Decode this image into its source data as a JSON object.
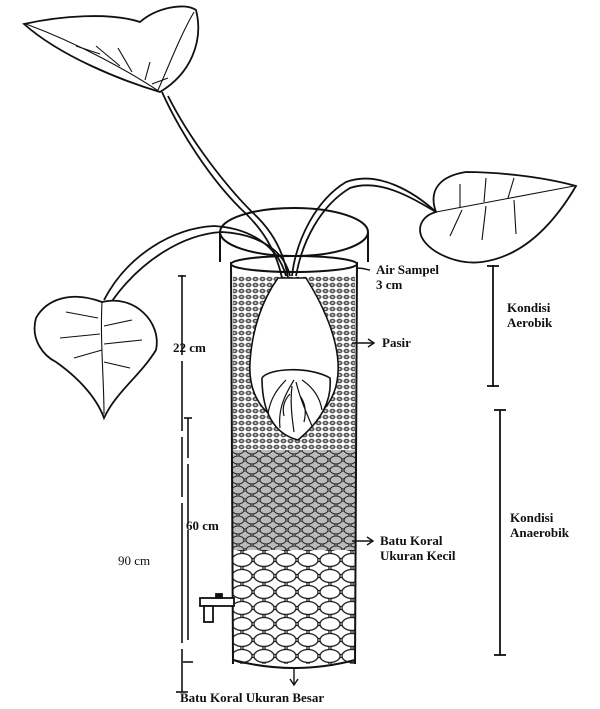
{
  "labels": {
    "air_sampel_line1": "Air Sampel",
    "air_sampel_line2": "3 cm",
    "pasir": "Pasir",
    "batu_koral_kecil_line1": "Batu Koral",
    "batu_koral_kecil_line2": "Ukuran Kecil",
    "batu_koral_besar": "Batu Koral Ukuran Besar",
    "kondisi_aerobik_line1": "Kondisi",
    "kondisi_aerobik_line2": "Aerobik",
    "kondisi_anaerobik_line1": "Kondisi",
    "kondisi_anaerobik_line2": "Anaerobik",
    "dim_22": "22 cm",
    "dim_60": "60 cm",
    "dim_90": "90 cm"
  },
  "colors": {
    "ink": "#111111",
    "background": "#ffffff"
  }
}
